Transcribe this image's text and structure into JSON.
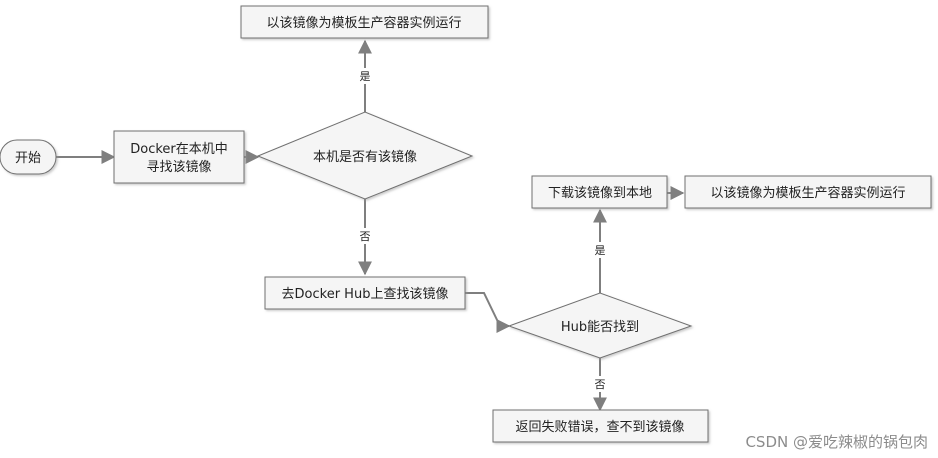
{
  "nodes": {
    "start": "开始",
    "search_local": [
      "Docker在本机中",
      "寻找该镜像"
    ],
    "local_decision": "本机是否有该镜像",
    "run_top": "以该镜像为模板生产容器实例运行",
    "search_hub": "去Docker Hub上查找该镜像",
    "hub_decision": "Hub能否找到",
    "download": "下载该镜像到本地",
    "run_right": "以该镜像为模板生产容器实例运行",
    "error": "返回失败错误，查不到该镜像"
  },
  "edges": {
    "local_yes": "是",
    "local_no": "否",
    "hub_yes": "是",
    "hub_no": "否"
  },
  "watermark": "CSDN @爱吃辣椒的锅包肉"
}
